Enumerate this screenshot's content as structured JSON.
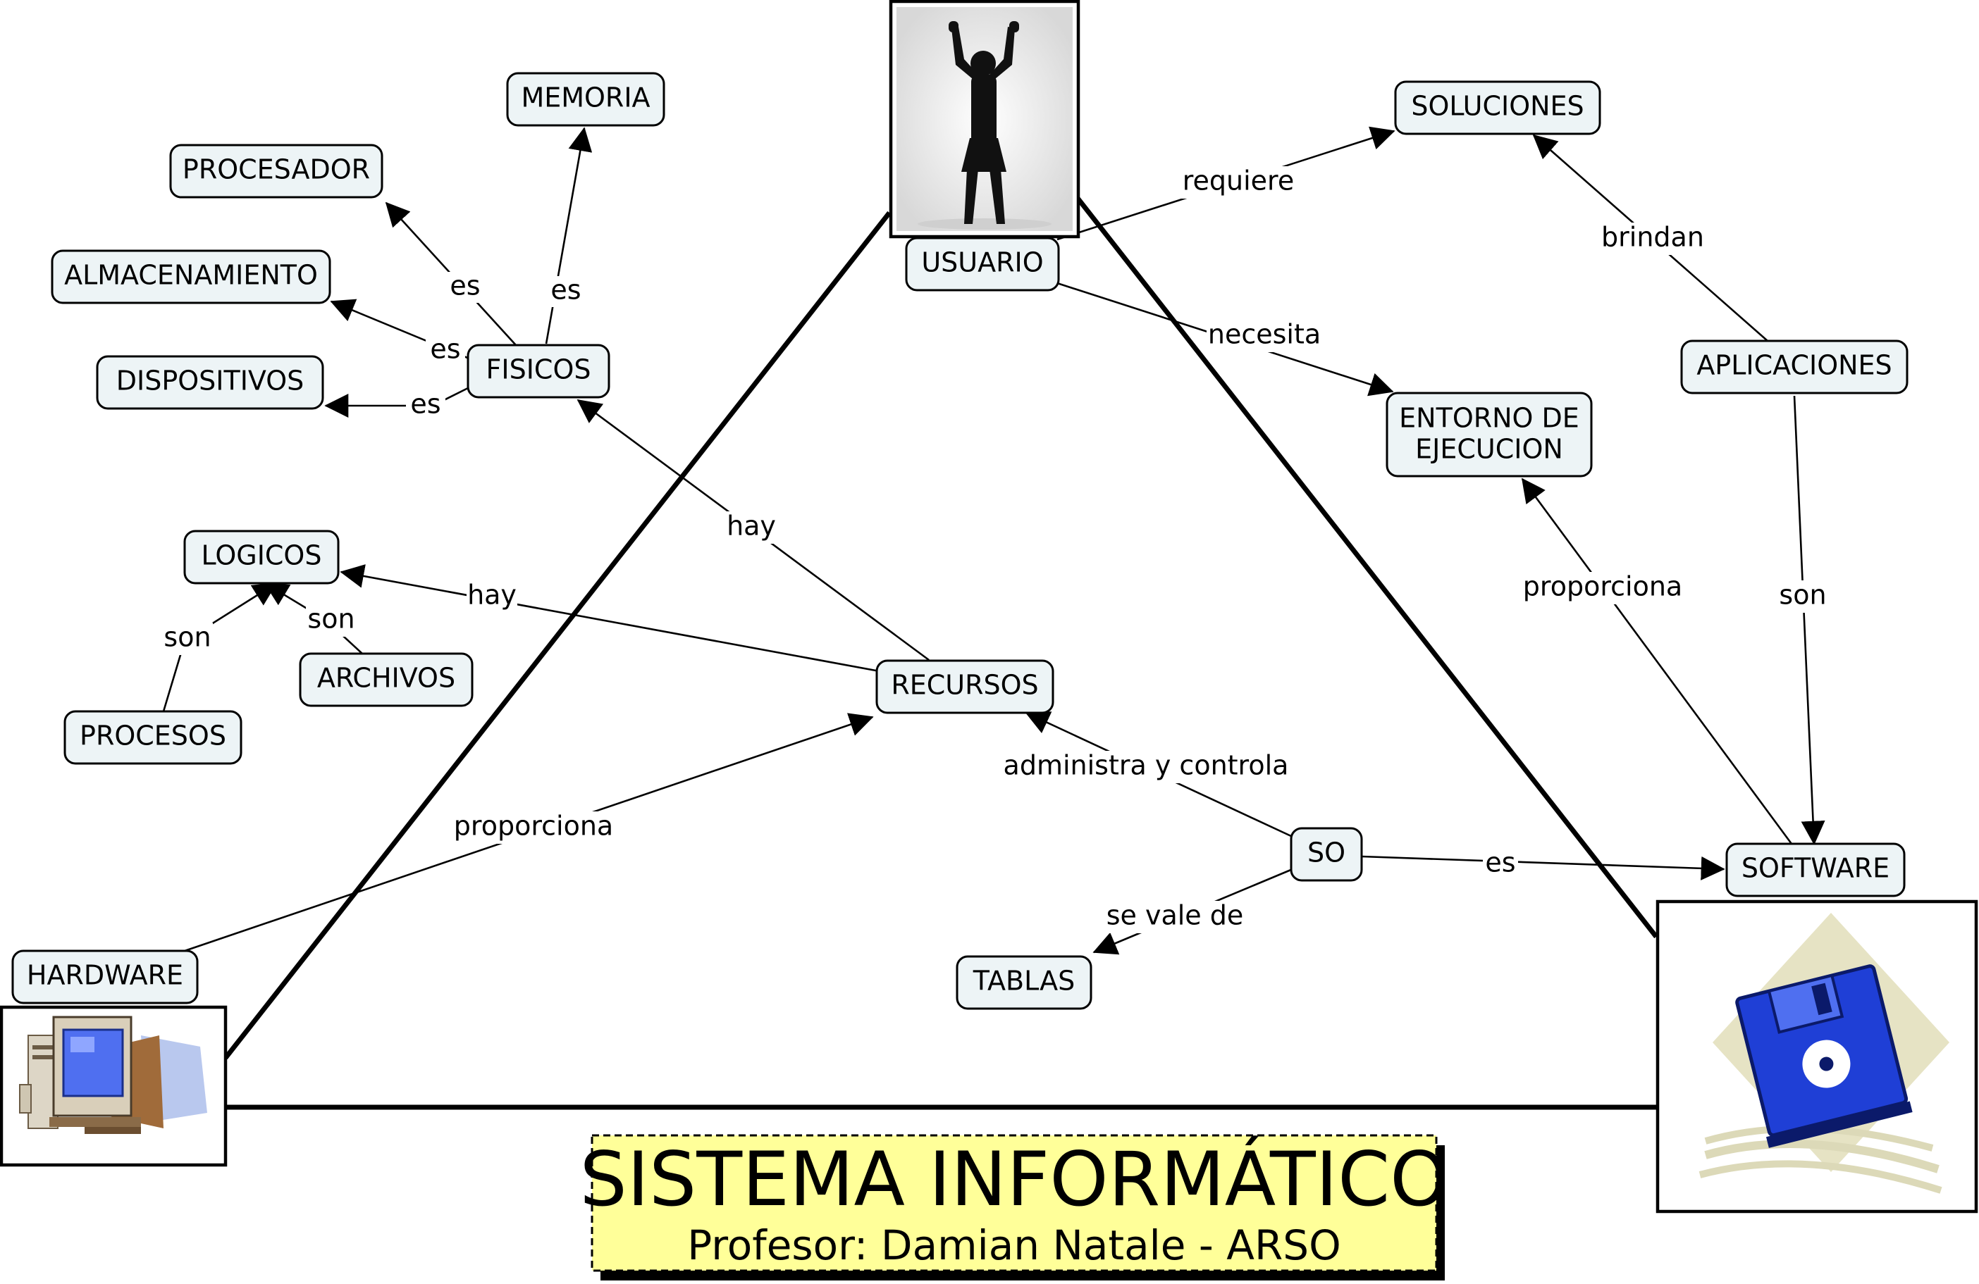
{
  "diagram": {
    "title": "SISTEMA INFORMÁTICO",
    "subtitle": "Profesor: Damian Natale - ARSO",
    "nodes": {
      "memoria": "MEMORIA",
      "procesador": "PROCESADOR",
      "almacenamiento": "ALMACENAMIENTO",
      "dispositivos": "DISPOSITIVOS",
      "fisicos": "FISICOS",
      "logicos": "LOGICOS",
      "archivos": "ARCHIVOS",
      "procesos": "PROCESOS",
      "usuario": "USUARIO",
      "soluciones": "SOLUCIONES",
      "entorno_line1": "ENTORNO DE",
      "entorno_line2": "EJECUCION",
      "aplicaciones": "APLICACIONES",
      "recursos": "RECURSOS",
      "so": "SO",
      "software": "SOFTWARE",
      "tablas": "TABLAS",
      "hardware": "HARDWARE"
    },
    "links": {
      "fisicos_memoria": "es",
      "fisicos_procesador": "es",
      "fisicos_almacenamiento": "es",
      "fisicos_dispositivos": "es",
      "recursos_fisicos": "hay",
      "recursos_logicos": "hay",
      "procesos_logicos": "son",
      "archivos_logicos": "son",
      "usuario_soluciones": "requiere",
      "usuario_entorno": "necesita",
      "aplicaciones_soluciones": "brindan",
      "aplicaciones_software": "son",
      "software_entorno": "proporciona",
      "so_recursos": "administra y controla",
      "so_software": "es",
      "so_tablas": "se vale de",
      "hardware_recursos": "proporciona"
    },
    "icons": {
      "user_image": "person-silhouette-icon",
      "hardware_image": "computer-icon",
      "software_image": "floppy-disk-icon"
    },
    "colors": {
      "node_fill": "#edf4f6",
      "title_fill": "#ffff99",
      "floppy_blue": "#1f3fd6",
      "screen_blue": "#4f6ff0",
      "diamond_fill": "#e6e3c4"
    }
  }
}
